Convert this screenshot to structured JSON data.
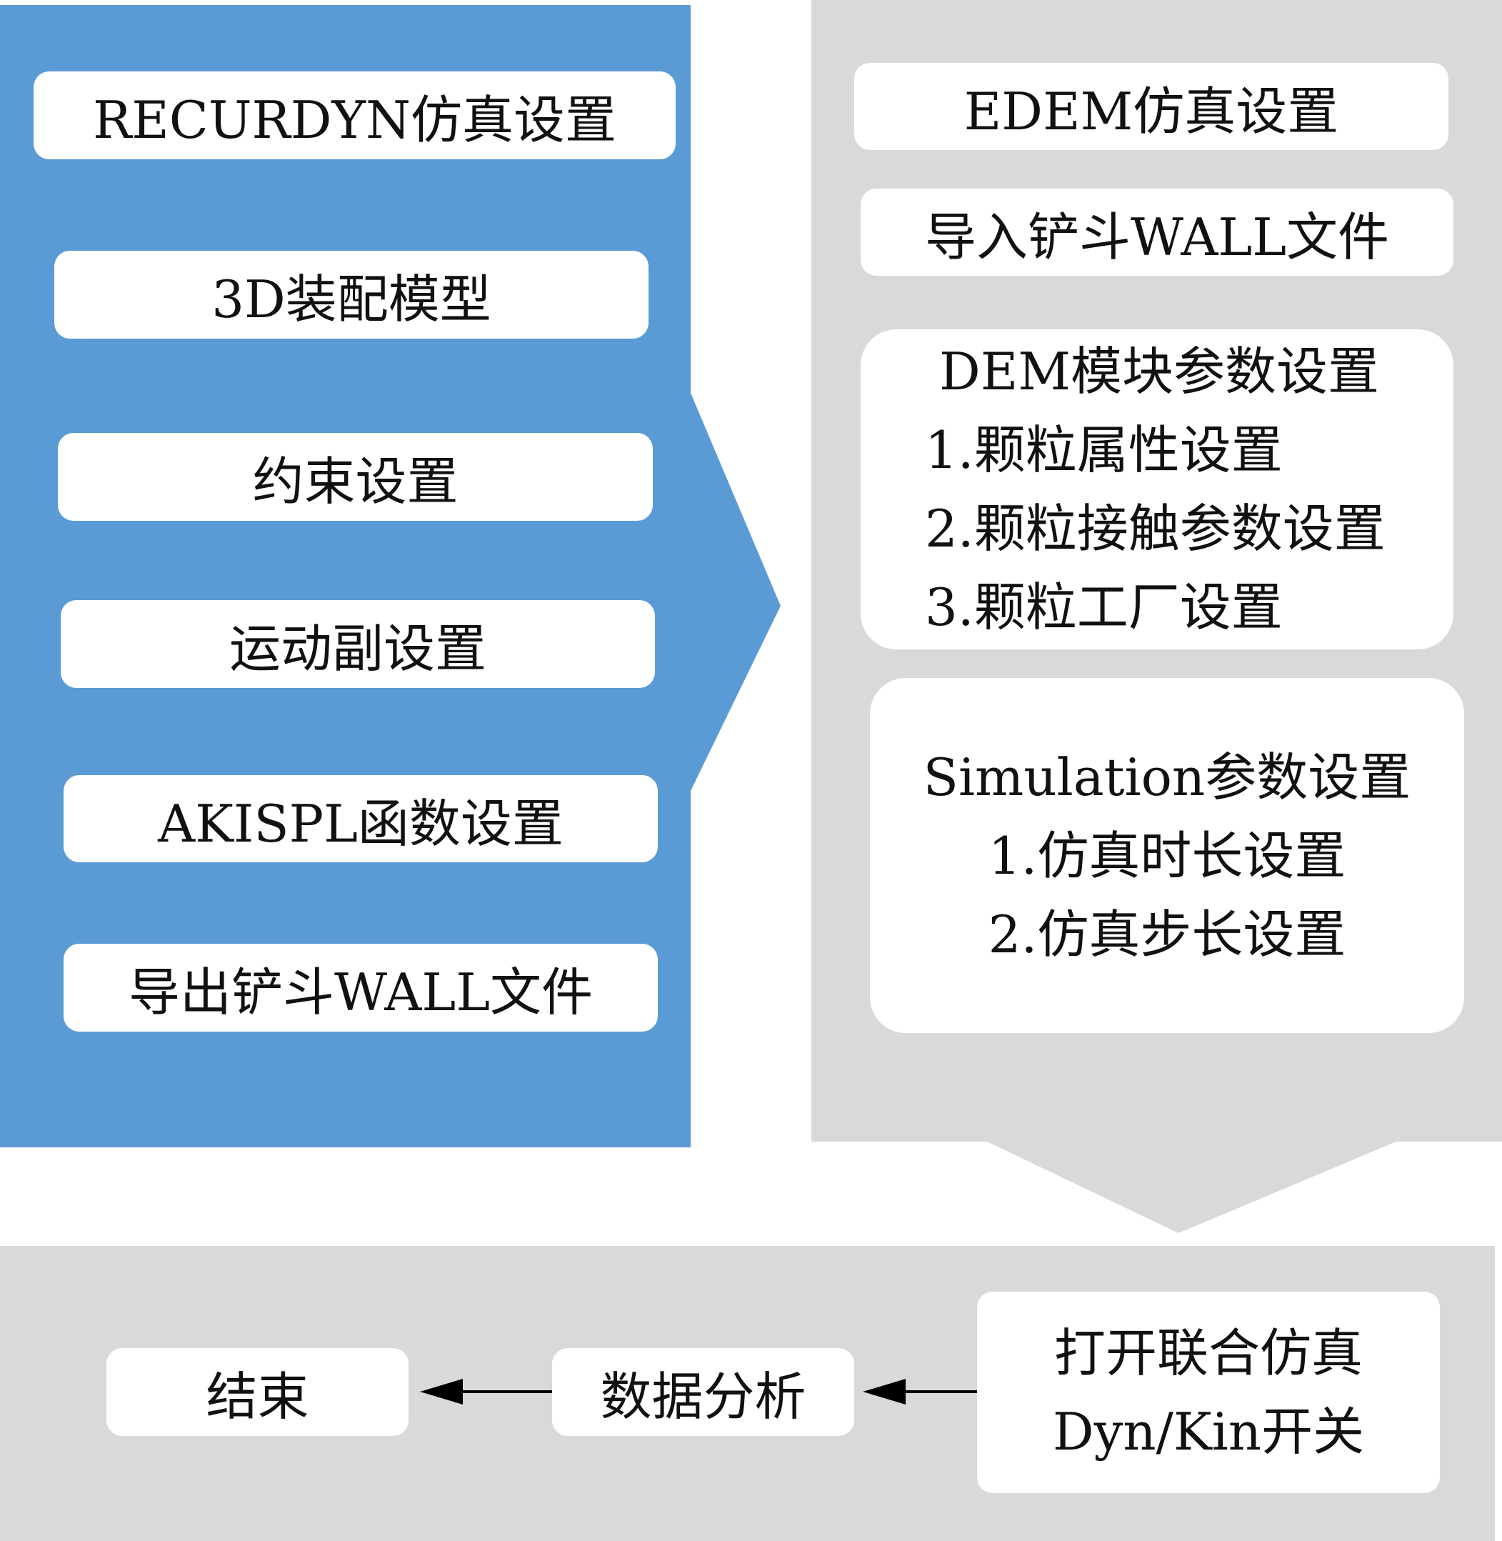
{
  "colors": {
    "left_panel": "#5B9BD5",
    "right_panel": "#D9D9D9",
    "bottom_panel": "#D9D9D9",
    "box": "#FFFFFF",
    "arrow": "#000000"
  },
  "recurdyn": {
    "title": "RECURDYN仿真设置",
    "steps": [
      "3D装配模型",
      "约束设置",
      "运动副设置",
      "AKISPL函数设置",
      "导出铲斗WALL文件"
    ]
  },
  "edem": {
    "title": "EDEM仿真设置",
    "import": "导入铲斗WALL文件",
    "dem": {
      "heading": "DEM模块参数设置",
      "items": [
        "1.颗粒属性设置",
        "2.颗粒接触参数设置",
        "3.颗粒工厂设置"
      ]
    },
    "simulation": {
      "heading": "Simulation参数设置",
      "items": [
        "1.仿真时长设置",
        "2.仿真步长设置"
      ]
    }
  },
  "bottom": {
    "cosim": {
      "line1": "打开联合仿真",
      "line2": "Dyn/Kin开关"
    },
    "analysis": "数据分析",
    "end": "结束"
  }
}
